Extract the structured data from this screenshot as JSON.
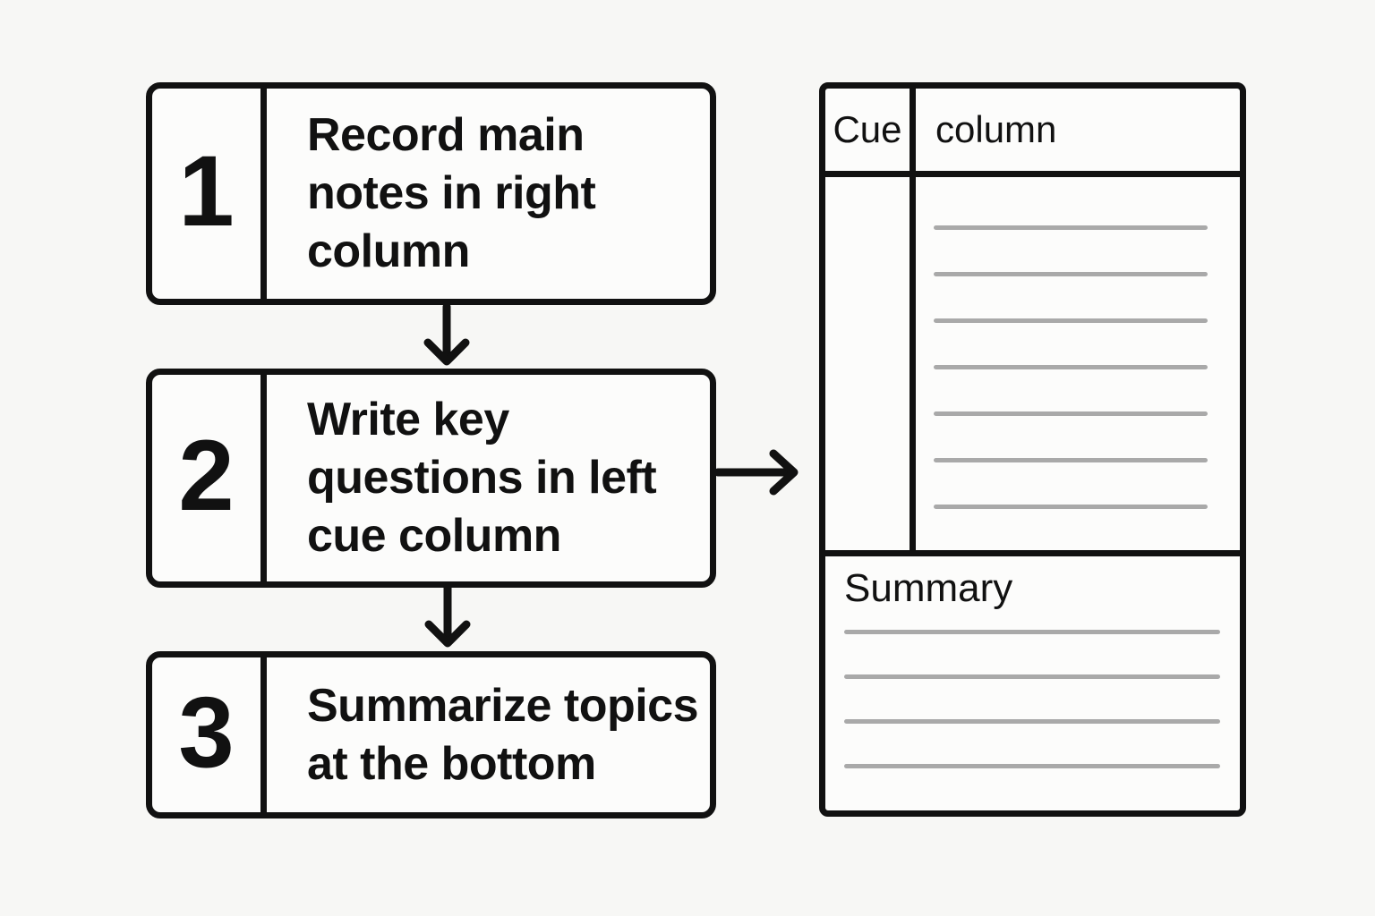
{
  "steps": [
    {
      "number": "1",
      "text": "Record main\nnotes in right\ncolumn"
    },
    {
      "number": "2",
      "text": "Write key\nquestions in left\ncue column"
    },
    {
      "number": "3",
      "text": "Summarize topics\nat the bottom"
    }
  ],
  "note_page": {
    "cue_label": "Cue",
    "column_label": "column",
    "summary_label": "Summary",
    "notes_line_count": 7,
    "summary_line_count": 4
  },
  "colors": {
    "ink": "#111111",
    "rule_line_gray": "#a9a9a9",
    "background": "#f7f7f5",
    "surface": "#fcfcfb"
  }
}
